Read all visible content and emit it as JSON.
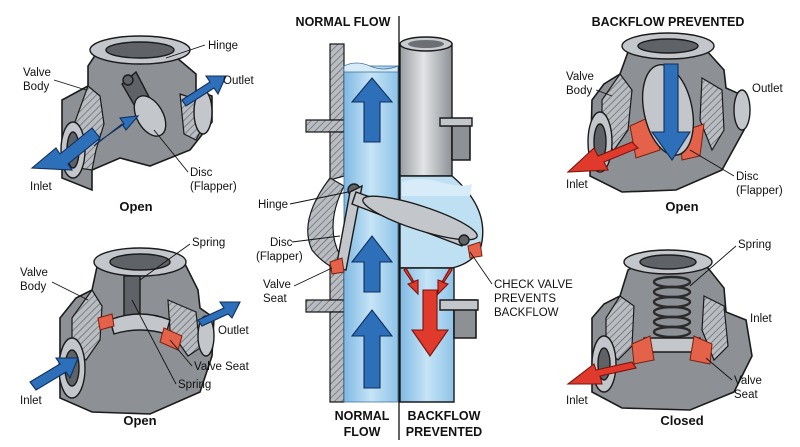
{
  "headers": {
    "normal_flow": "NORMAL FLOW",
    "backflow_prevented": "BACKFLOW PREVENTED"
  },
  "top_left": {
    "hinge": "Hinge",
    "valve_body": [
      "Valve",
      "Body"
    ],
    "outlet": "Outlet",
    "inlet": "Inlet",
    "disc": [
      "Disc",
      "(Flapper)"
    ],
    "caption": "Open"
  },
  "bottom_left": {
    "valve_body": [
      "Valve",
      "Body"
    ],
    "spring_top": "Spring",
    "outlet": "Outlet",
    "inlet": "Inlet",
    "valve_seat": "Valve Seat",
    "spring_bottom": "Spring",
    "caption": "Open"
  },
  "center": {
    "hinge": "Hinge",
    "disc": [
      "Disc",
      "(Flapper)"
    ],
    "valve_seat": [
      "Valve",
      "Seat"
    ],
    "check_valve_note": [
      "CHECK VALVE",
      "PREVENTS",
      "BACKFLOW"
    ],
    "bottom_left_label": [
      "NORMAL",
      "FLOW"
    ],
    "bottom_right_label": [
      "BACKFLOW",
      "PREVENTED"
    ]
  },
  "top_right": {
    "valve_body": [
      "Valve",
      "Body"
    ],
    "outlet": "Outlet",
    "inlet": "Inlet",
    "disc": [
      "Disc",
      "(Flapper)"
    ],
    "caption": "Open"
  },
  "bottom_right": {
    "spring": "Spring",
    "inlet_top": "Inlet",
    "inlet_left": "Inlet",
    "valve_seat": [
      "Valve",
      "Seat"
    ],
    "caption": "Closed"
  },
  "colors": {
    "flow_arrow": "#2d6fb8",
    "backflow_arrow": "#e03a2c",
    "water": "#a9d3ee",
    "seat": "#e4624a",
    "metal": "#8d9196"
  }
}
